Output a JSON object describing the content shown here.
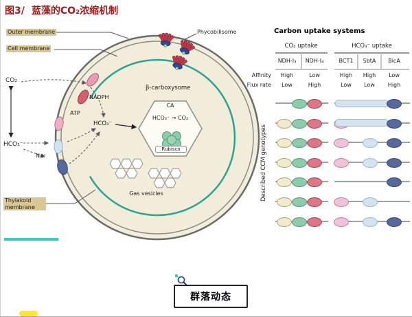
{
  "page": {
    "figure_label": "图3/",
    "title": "蓝藻的CO₂浓缩机制"
  },
  "colors": {
    "title_red": "#9c1b1b",
    "cell_fill": "#f2eedd",
    "thylakoid_green": "#2ba390",
    "label_highlight": "#d8c795",
    "teal_mark": "#2fd0c0",
    "yellow_mark": "#ffe23e",
    "phycobilisome_red": "#c23b4e",
    "phycobilisome_base_blue": "#2c4a8c"
  },
  "cell": {
    "outer_membrane": "Outer membrane",
    "cell_membrane": "Cell membrane",
    "phycobilisome": "Phycobilisome",
    "thylakoid_membrane": "Thylakoid membrane",
    "co2_external": "CO₂",
    "hco3_external": "HCO₃⁻",
    "na": "Na⁺",
    "nadph": "NADPH",
    "atp": "ATP",
    "hco3_internal": "HCO₃⁻",
    "carboxysome_title": "β-carboxysome",
    "ca": "CA",
    "reaction": "HCO₃⁻ → CO₂",
    "rubisco": "Rubisco",
    "gas_vesicles": "Gas vesicles"
  },
  "uptake_table": {
    "title": "Carbon uptake systems",
    "group_co2": "CO₂ uptake",
    "group_hco3": "HCO₃⁻ uptake",
    "columns": [
      "NDH-I₃",
      "NDH-I₄",
      "BCT1",
      "SbtA",
      "BicA"
    ],
    "affinity_label": "Affinity",
    "affinity": [
      "High",
      "Low",
      "High",
      "High",
      "Low"
    ],
    "flux_label": "Flux rate",
    "flux": [
      "Low",
      "High",
      "Low",
      "Low",
      "High"
    ],
    "genotypes_label": "Described CCM genotypes",
    "genotype_rows": [
      {
        "co2": [
          "green",
          "red"
        ],
        "hco3": [
          "band",
          "darkblue"
        ]
      },
      {
        "co2": [
          "yellow",
          "green",
          "red"
        ],
        "hco3": [
          "pink",
          "band",
          "darkblue"
        ]
      },
      {
        "co2": [
          "yellow",
          "green",
          "red"
        ],
        "hco3": [
          "pink",
          "lightblue",
          "darkblue"
        ]
      },
      {
        "co2": [
          "yellow",
          "green",
          "red"
        ],
        "hco3": [
          "pink",
          "lightblue",
          "darkblue"
        ]
      },
      {
        "co2": [
          "yellow",
          "green",
          "red"
        ],
        "hco3": [
          "darkblue"
        ]
      },
      {
        "co2": [
          "yellow",
          "green",
          "red"
        ],
        "hco3": [
          "pink",
          "lightblue"
        ]
      },
      {
        "co2": [
          "yellow",
          "green",
          "red"
        ],
        "hco3": [
          "pink",
          "lightblue",
          "darkblue"
        ]
      }
    ]
  },
  "palette": {
    "yellow": {
      "fill": "#f0ead0",
      "stroke": "#b3a76d"
    },
    "green": {
      "fill": "#8ecbaa",
      "stroke": "#4d9d7a"
    },
    "red": {
      "fill": "#dd7787",
      "stroke": "#a84458"
    },
    "pink": {
      "fill": "#efc3d8",
      "stroke": "#bd82a6"
    },
    "lightblue": {
      "fill": "#d3e4f0",
      "stroke": "#9db9cf"
    },
    "darkblue": {
      "fill": "#56699a",
      "stroke": "#35487a"
    },
    "band": {
      "fill": "#d3e4f0",
      "stroke": "#9db9cf"
    }
  },
  "footer": {
    "community_label": "群落动态"
  }
}
